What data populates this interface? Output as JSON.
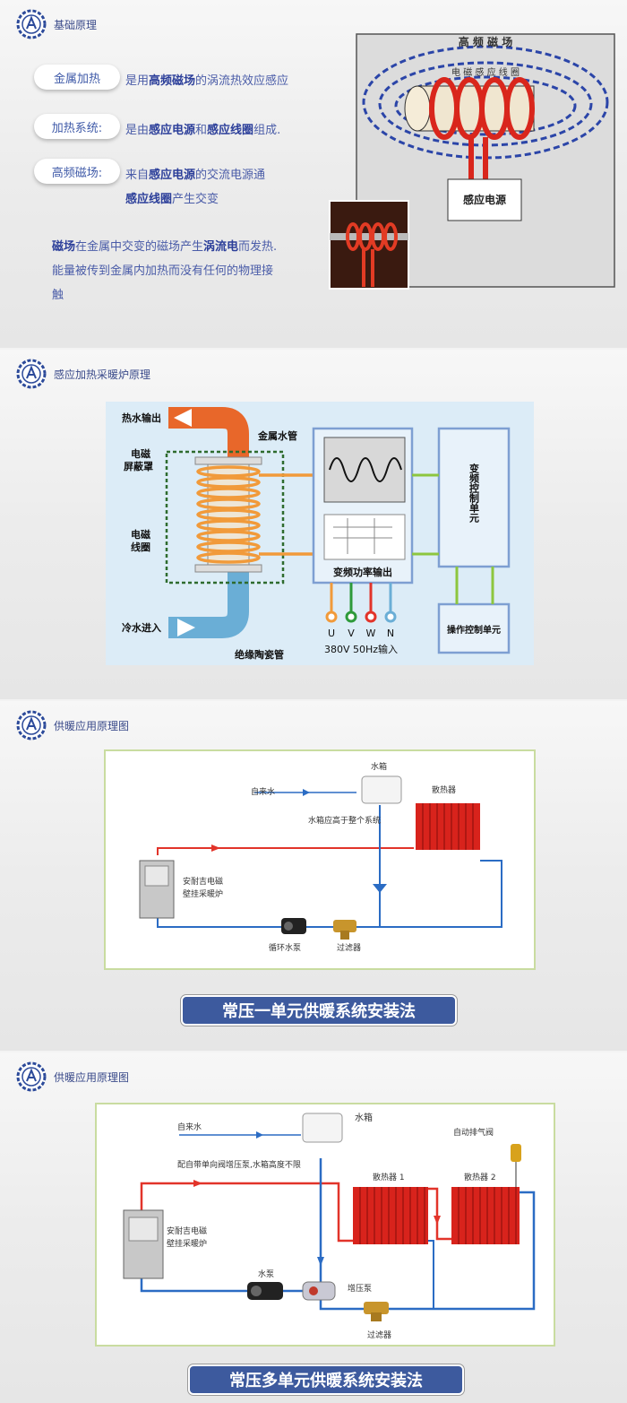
{
  "section1": {
    "title": "基础原理",
    "pills": [
      "金属加热",
      "加热系统:",
      "高频磁场:"
    ],
    "line1": {
      "a": "是用",
      "b": "高频磁场",
      "c": "的涡流热效应感应"
    },
    "line2": {
      "a": "是由",
      "b": "感应电源",
      "c": "和",
      "d": "感应线圈",
      "e": "组成."
    },
    "line3": {
      "a": "来自",
      "b": "感应电源",
      "c": "的交流电源通"
    },
    "line4": {
      "b": "感应线圈",
      "c": "产生交变"
    },
    "para1": {
      "b1": "磁场",
      "a": "在金属中交变的磁场产生",
      "b2": "涡流电",
      "c": "而发热."
    },
    "para2": "能量被传到金属内加热而没有任何的物理接",
    "para3": "触",
    "diagram": {
      "field_label": "高 频 磁 场",
      "coil_label": "电 磁 感 应 线 圈",
      "power_label": "感应电源"
    }
  },
  "section2": {
    "title": "感应加热采暖炉原理",
    "labels": {
      "hot_out": "热水输出",
      "cold_in": "冷水进入",
      "pipe": "金属水管",
      "shield_1": "电磁",
      "shield_2": "屏蔽罩",
      "coil_1": "电磁",
      "coil_2": "线圈",
      "ceramic": "绝缘陶瓷管",
      "power_out": "变频功率输出",
      "control": "变频控制单元",
      "operation": "操作控制单元",
      "phases": [
        "U",
        "V",
        "W",
        "N"
      ],
      "input": "380V 50Hz输入"
    },
    "colors": {
      "hot": "#e8672a",
      "cold": "#6aaed6",
      "coil": "#f19a3a",
      "green": "#8dc63f",
      "box": "#7e9fd2"
    }
  },
  "section3": {
    "title": "供暖应用原理图",
    "labels": {
      "tank": "水箱",
      "tap": "自来水",
      "tank_note": "水箱应高于整个系统",
      "radiator": "散热器",
      "boiler_1": "安耐吉电磁",
      "boiler_2": "壁挂采暖炉",
      "pump": "循环水泵",
      "filter": "过滤器"
    },
    "banner": "常压一单元供暖系统安装法"
  },
  "section4": {
    "title": "供暖应用原理图",
    "labels": {
      "tank": "水箱",
      "tap": "自来水",
      "note": "配自带单向阀增压泵,水箱高度不限",
      "vent": "自动排气阀",
      "rad1": "散热器 1",
      "rad2": "散热器 2",
      "boiler_1": "安耐吉电磁",
      "boiler_2": "壁挂采暖炉",
      "pump": "水泵",
      "booster": "增压泵",
      "filter": "过滤器"
    },
    "banner": "常压多单元供暖系统安装法"
  }
}
